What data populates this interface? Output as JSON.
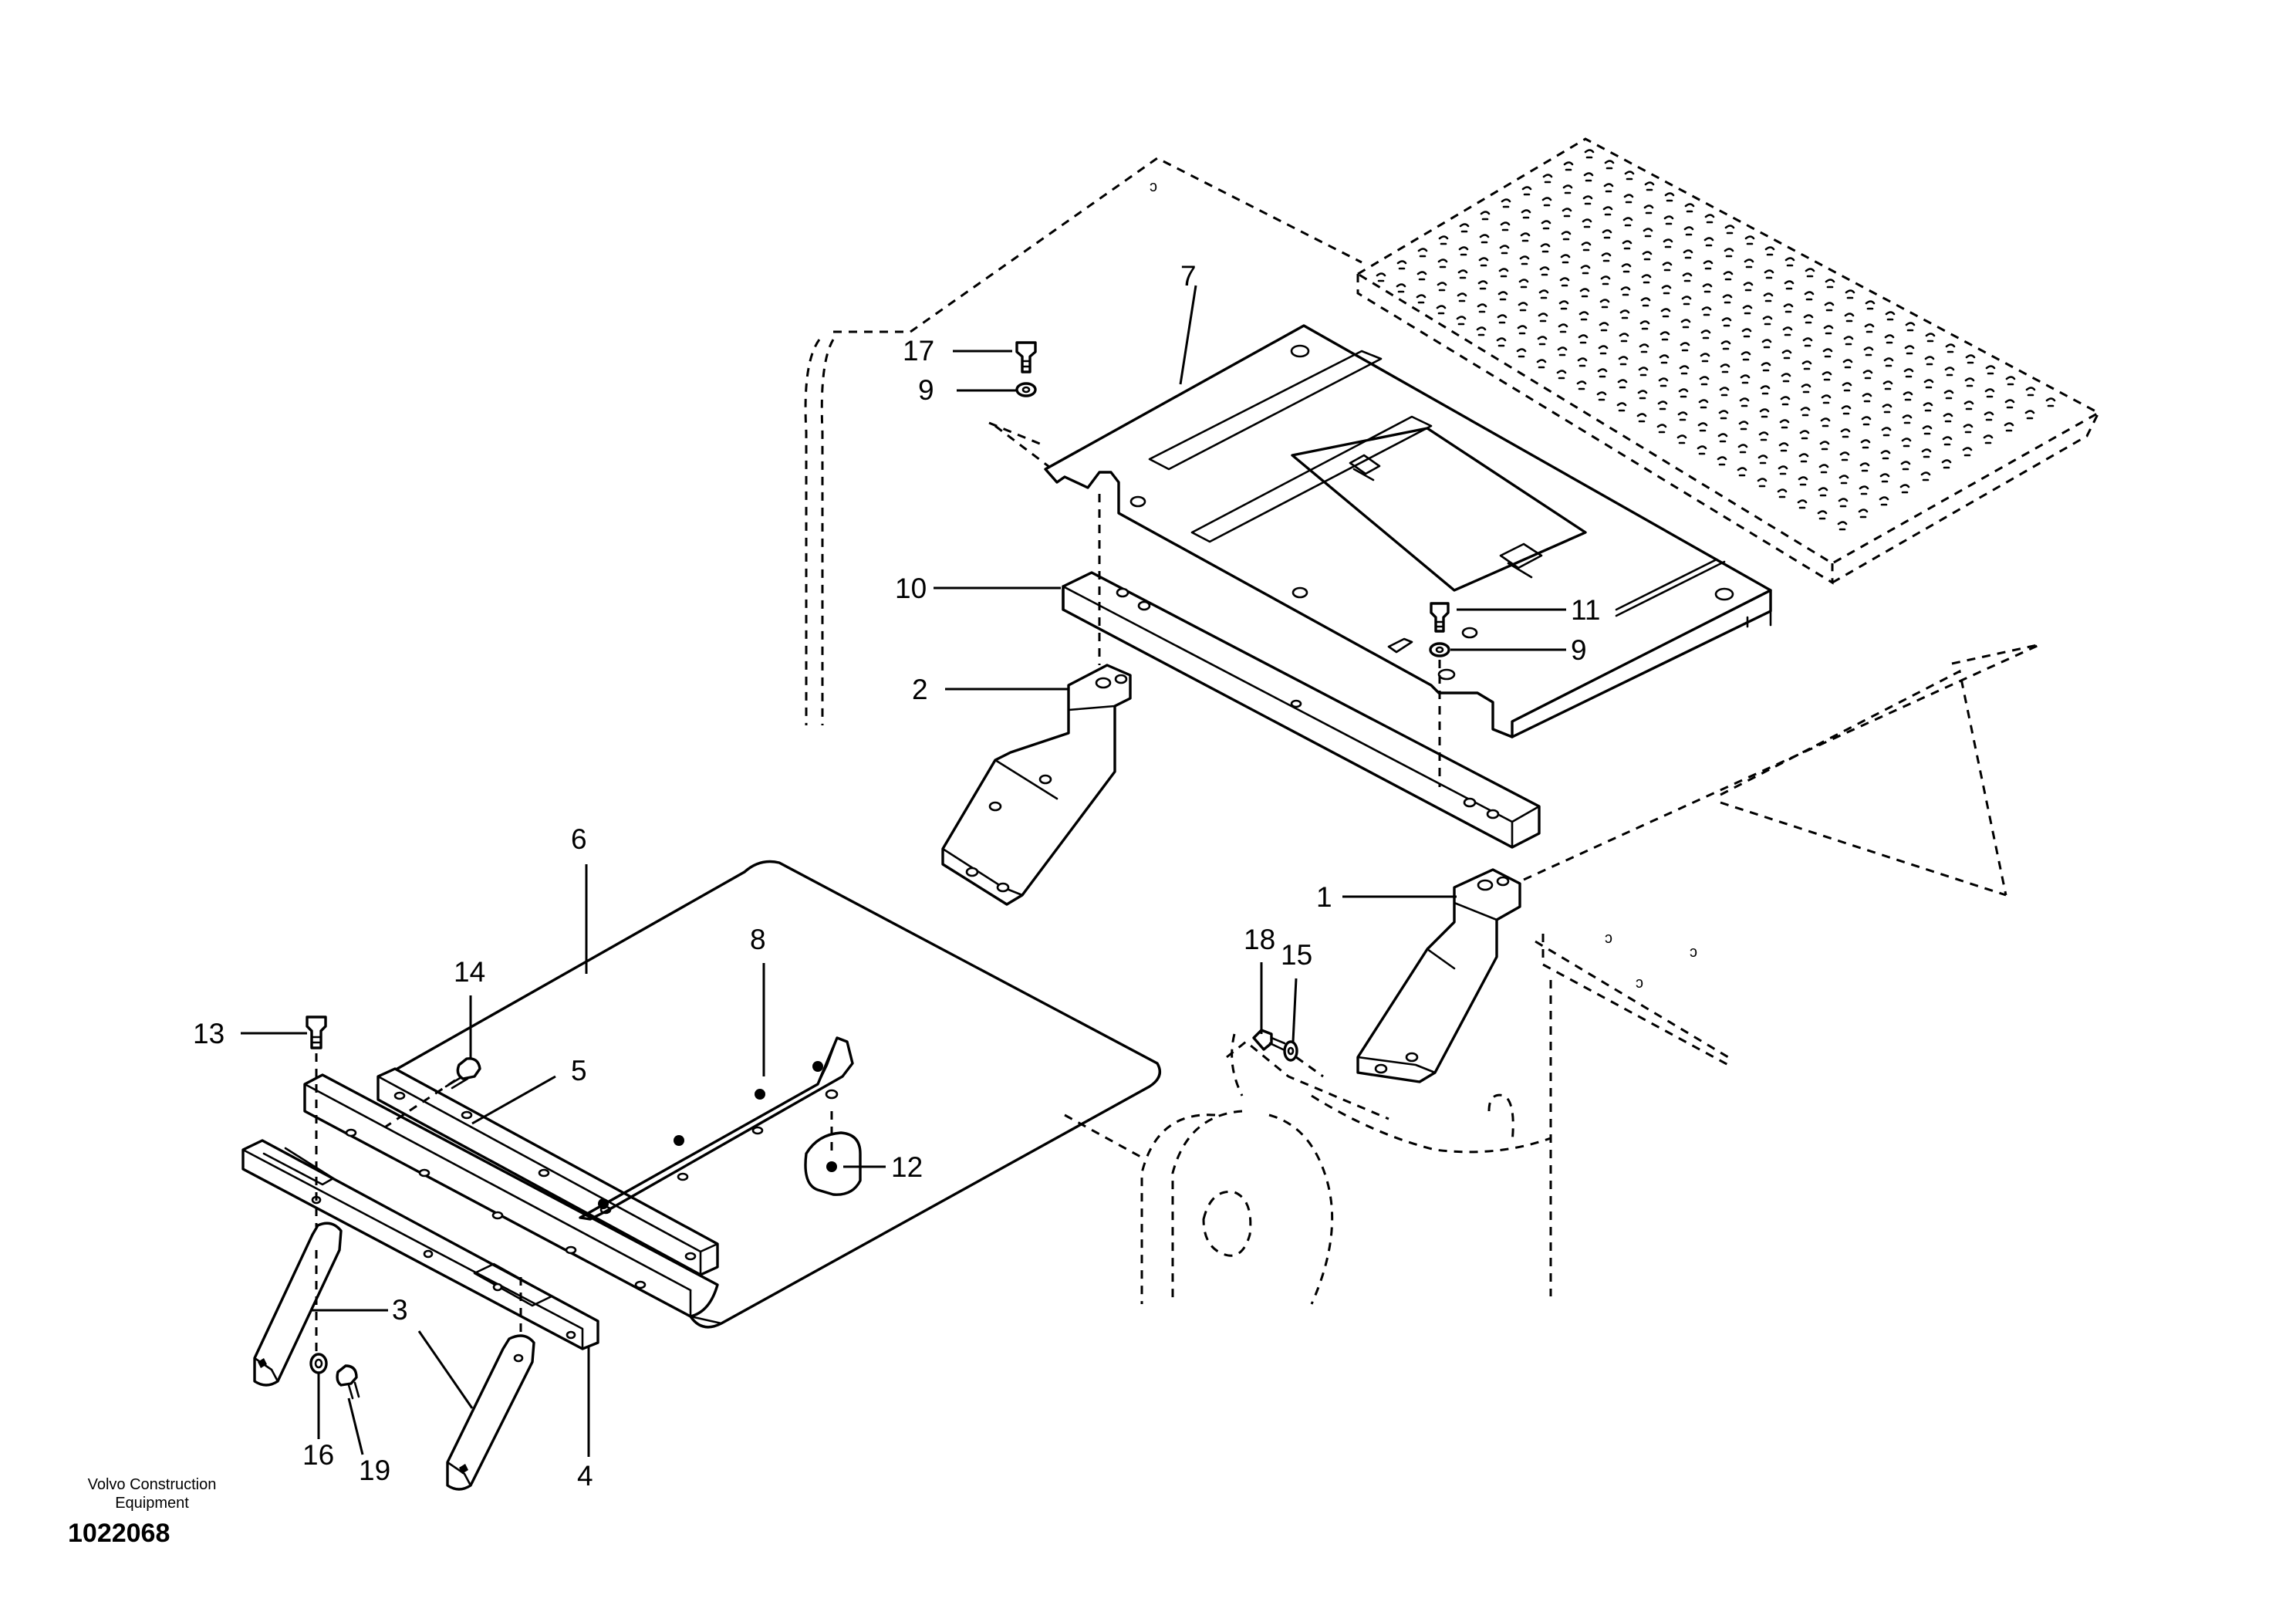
{
  "diagram": {
    "callouts": [
      "1",
      "2",
      "3",
      "4",
      "5",
      "6",
      "7",
      "8",
      "9",
      "9",
      "10",
      "11",
      "12",
      "13",
      "14",
      "15",
      "16",
      "17",
      "18",
      "19"
    ]
  },
  "footer": {
    "brand_line1": "Volvo Construction",
    "brand_line2": "Equipment",
    "doc_number": "1022068"
  },
  "colors": {
    "ink": "#000000",
    "paper": "#ffffff"
  }
}
